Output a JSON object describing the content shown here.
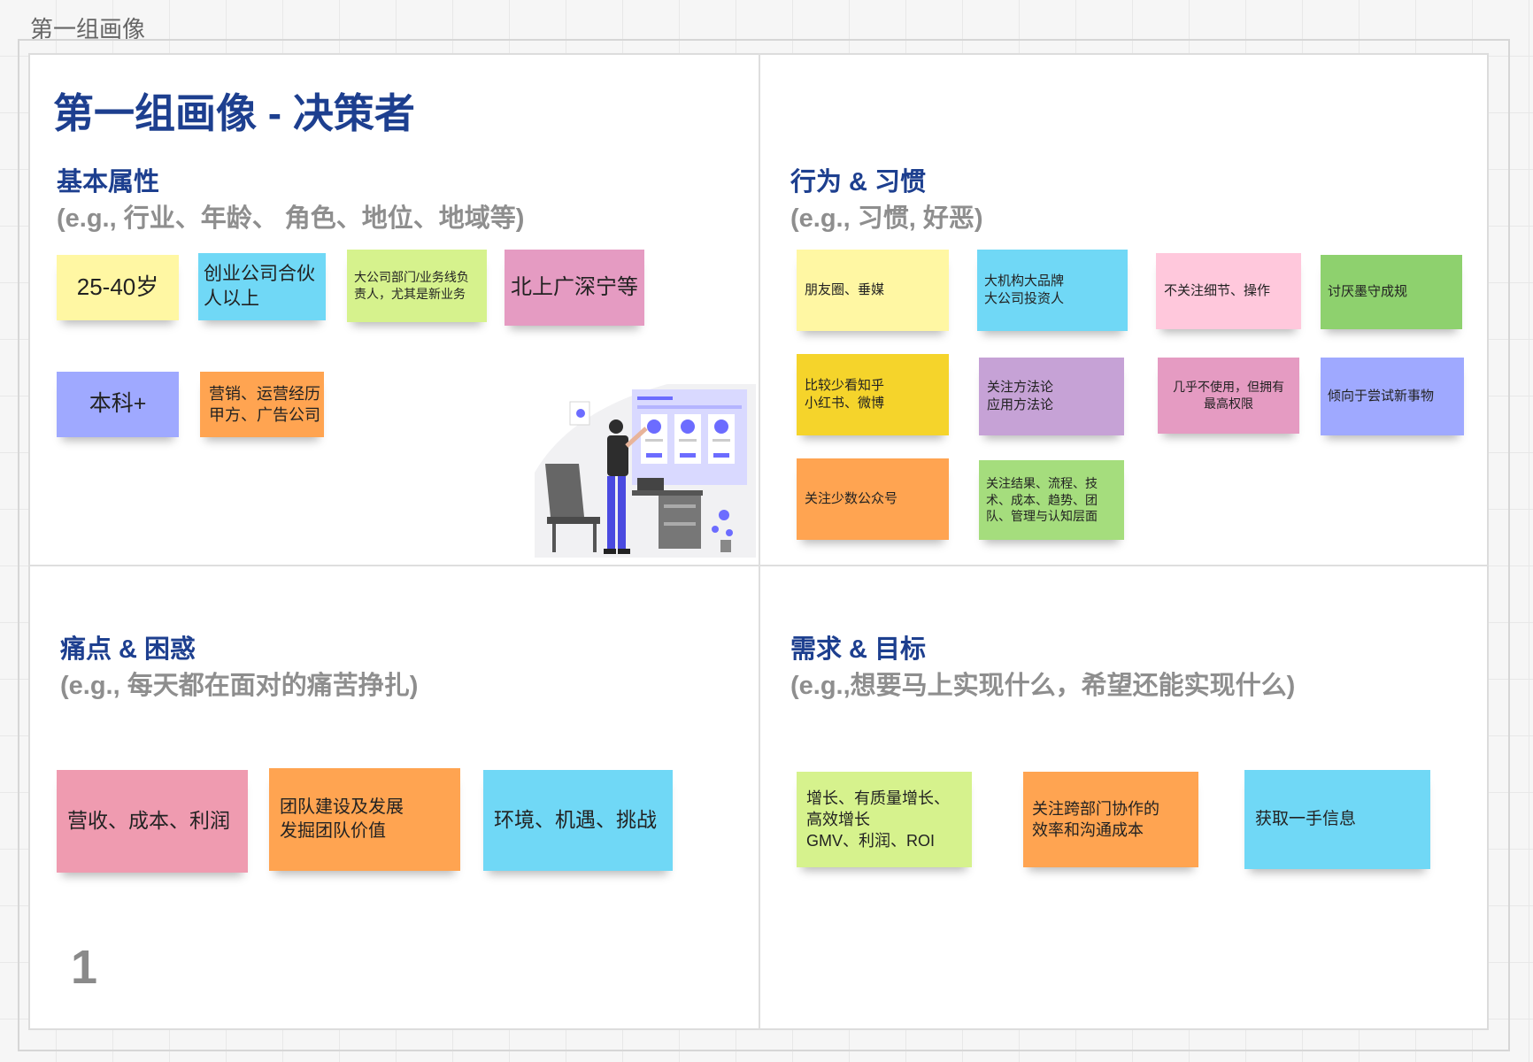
{
  "frame": {
    "label": "第一组画像"
  },
  "title": "第一组画像 - 决策者",
  "page_number": "1",
  "colors": {
    "title": "#1d3f8f",
    "subtitle": "#8e8e8e",
    "yellow": "#fff7a3",
    "blue": "#70d8f6",
    "lime": "#d6f28d",
    "pink": "#e59bc2",
    "lavender": "#9fa9ff",
    "orange": "#ffa451",
    "light_pink": "#ffc8dc",
    "green": "#8ed16e",
    "gold": "#f5d42b",
    "purple": "#c6a2d6",
    "rose": "#ef9bb0",
    "light_green": "#a5dd7d"
  },
  "sections": {
    "basic": {
      "title": "基本属性",
      "subtitle": "(e.g., 行业、年龄、 角色、地位、地域等)",
      "notes": [
        "25-40岁",
        "创业公司合伙\n人以上",
        "大公司部门/业务线负\n责人，尤其是新业务",
        "北上广深宁等",
        "本科+",
        "营销、运营经历\n甲方、广告公司"
      ]
    },
    "behavior": {
      "title": "行为 & 习惯",
      "subtitle": "(e.g., 习惯, 好恶)",
      "notes": [
        "朋友圈、垂媒",
        "大机构大品牌\n大公司投资人",
        "不关注细节、操作",
        "讨厌墨守成规",
        "比较少看知乎\n小红书、微博",
        "关注方法论\n应用方法论",
        "几乎不使用，但拥有\n最高权限",
        "倾向于尝试新事物",
        "关注少数公众号",
        "关注结果、流程、技\n术、成本、趋势、团\n队、管理与认知层面"
      ]
    },
    "pain": {
      "title": "痛点 & 困惑",
      "subtitle": "(e.g., 每天都在面对的痛苦挣扎)",
      "notes": [
        "营收、成本、利润",
        "团队建设及发展\n发掘团队价值",
        "环境、机遇、挑战"
      ]
    },
    "needs": {
      "title": "需求 & 目标",
      "subtitle": "(e.g.,想要马上实现什么，希望还能实现什么)",
      "notes": [
        "增长、有质量增长、\n高效增长\nGMV、利润、ROI",
        "关注跨部门协作的\n效率和沟通成本",
        "获取一手信息"
      ]
    }
  }
}
